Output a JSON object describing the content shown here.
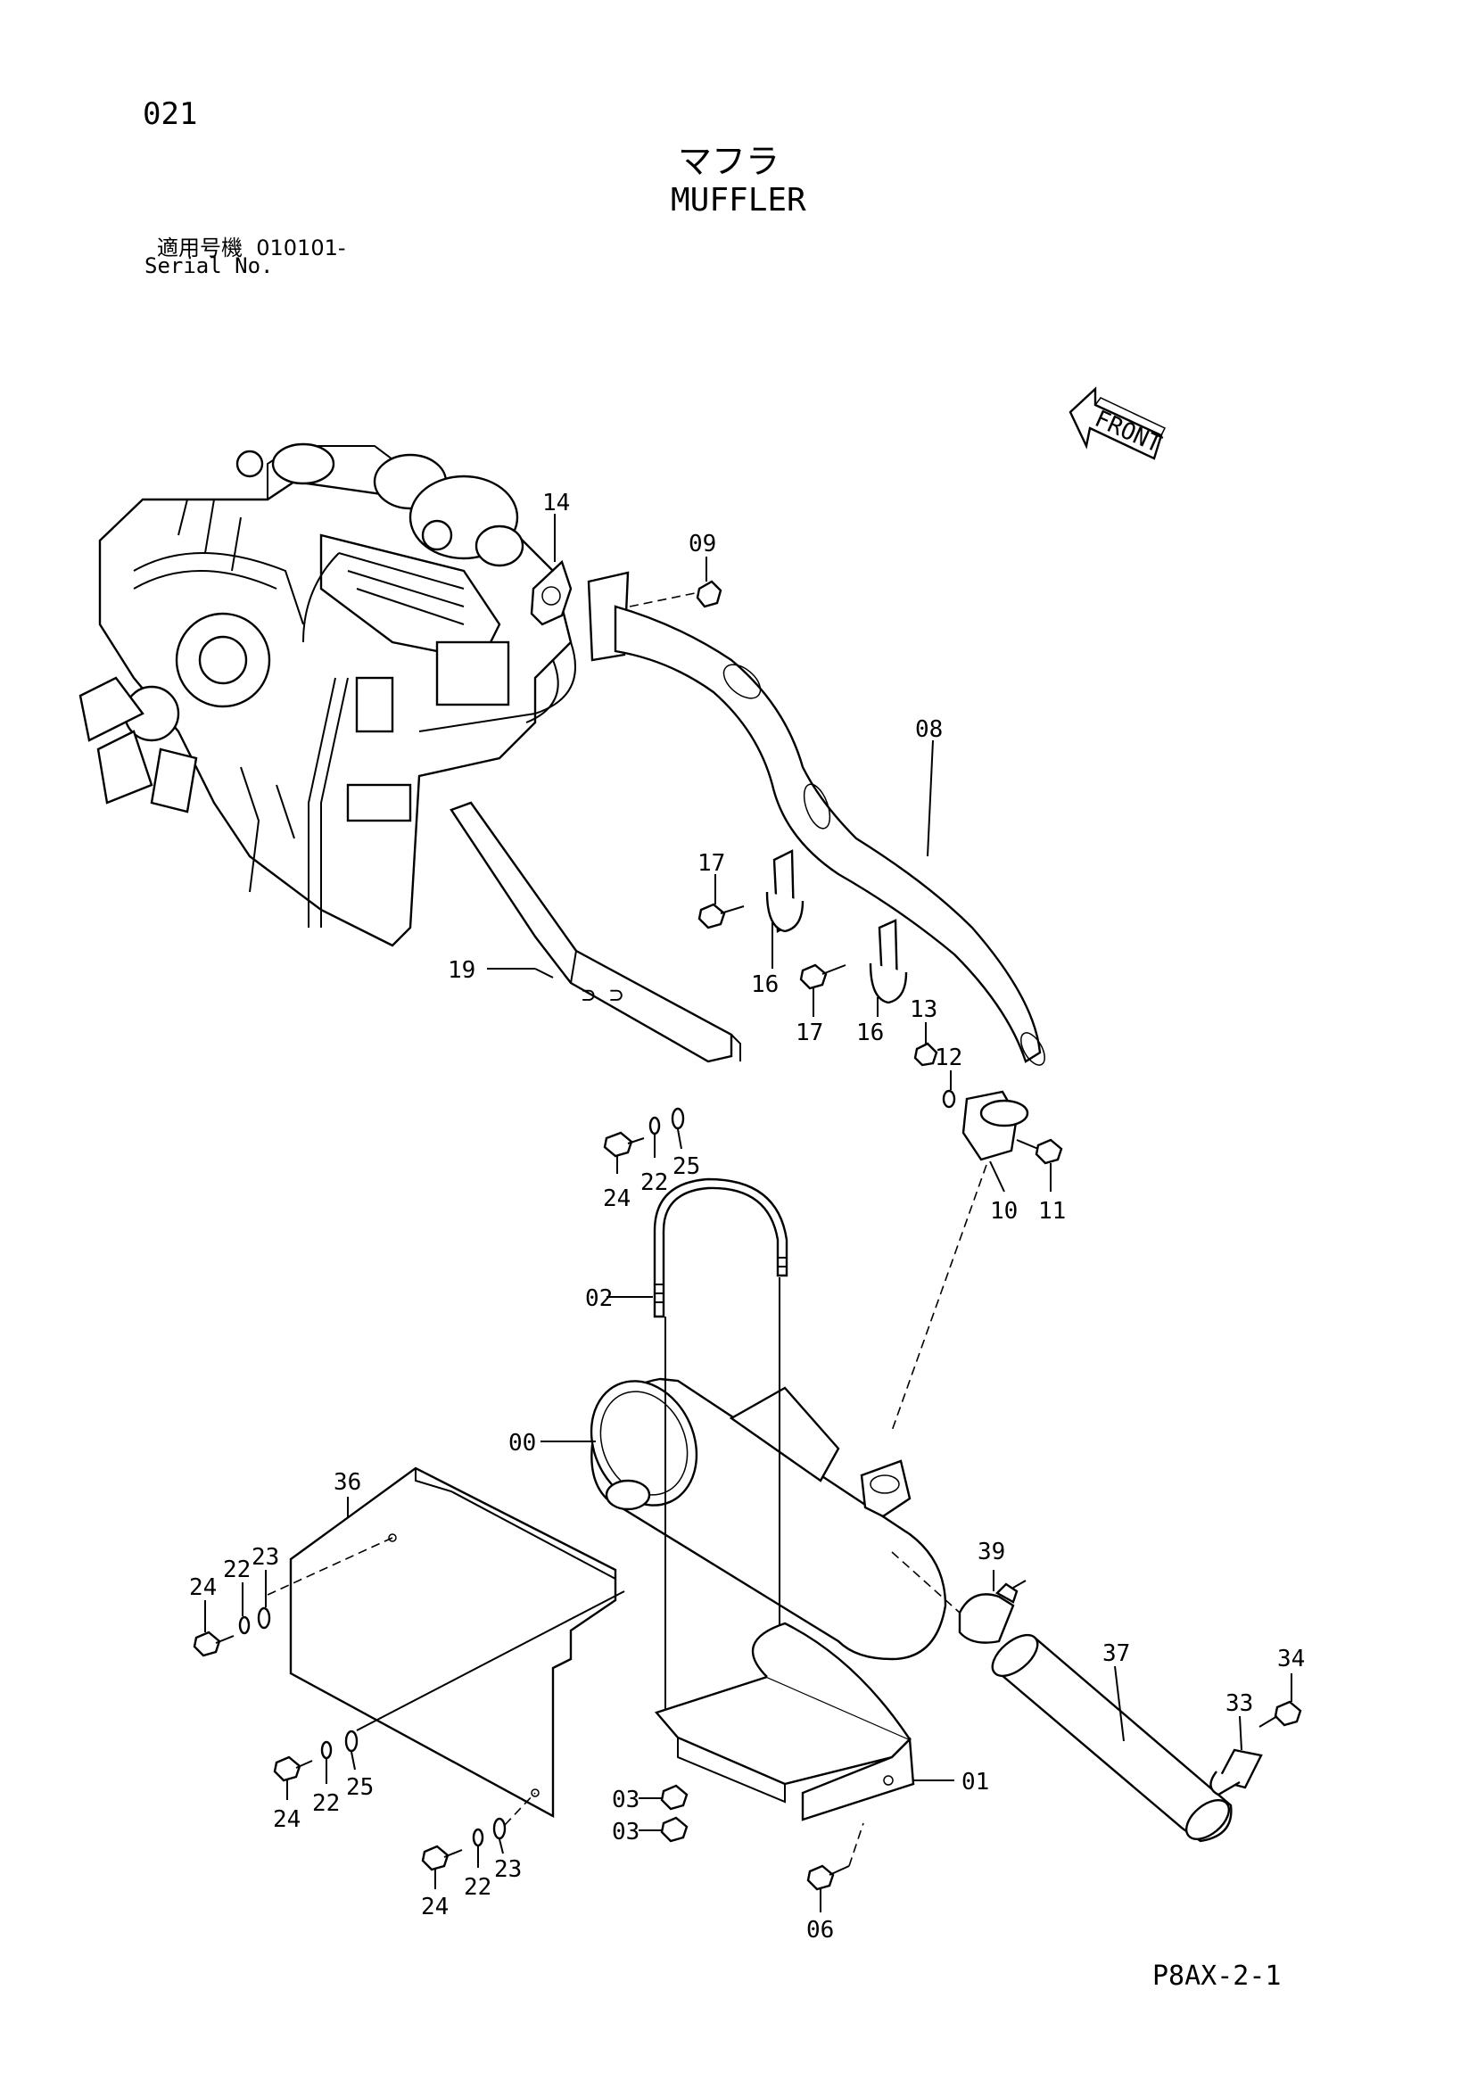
{
  "header": {
    "page_code": "021",
    "title_jp": "マフラ",
    "title_en": "MUFFLER",
    "serial_label_jp": "適用号機",
    "serial_value": "010101-",
    "serial_label_en": "Serial No."
  },
  "front_label": "FRONT",
  "figure_code": "P8AX-2-1",
  "callouts": {
    "c00": "00",
    "c01": "01",
    "c02": "02",
    "c03a": "03",
    "c03b": "03",
    "c06": "06",
    "c08": "08",
    "c09": "09",
    "c10": "10",
    "c11": "11",
    "c12": "12",
    "c13": "13",
    "c14": "14",
    "c16a": "16",
    "c16b": "16",
    "c17a": "17",
    "c17b": "17",
    "c19": "19",
    "c22a": "22",
    "c22b": "22",
    "c22c": "22",
    "c22d": "22",
    "c23a": "23",
    "c23b": "23",
    "c24a": "24",
    "c24b": "24",
    "c24c": "24",
    "c24d": "24",
    "c25a": "25",
    "c25b": "25",
    "c33": "33",
    "c34": "34",
    "c36": "36",
    "c37": "37",
    "c39": "39"
  }
}
